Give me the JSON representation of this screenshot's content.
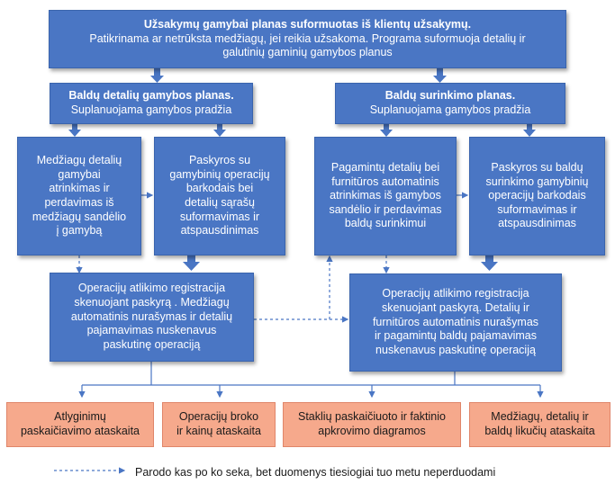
{
  "colors": {
    "box": "#4a76c4",
    "report": "#f6a98c",
    "line": "#4a76c4"
  },
  "top_box": {
    "title": "Užsakymų gamybai planas suformuotas iš klientų užsakymų.",
    "line2": "Patikrinama ar netrūksta medžiagų, jei reikia užsakoma. Programa suformuoja  detalių ir",
    "line3": "galutinių gaminių  gamybos planus"
  },
  "plan_left": {
    "title": "Baldų detalių gamybos planas.",
    "sub": "Suplanuojama gamybos pradžia"
  },
  "plan_right": {
    "title": "Baldų surinkimo planas.",
    "sub": "Suplanuojama gamybos pradžia"
  },
  "box_l1": {
    "lines": [
      "Medžiagų detalių",
      "gamybai",
      "atrinkimas ir",
      "perdavimas iš",
      "medžiagų sandėlio",
      "į gamybą"
    ]
  },
  "box_l2": {
    "lines": [
      "Paskyros su",
      "gamybinių operacijų",
      "barkodais  bei",
      "detalių sąrašų",
      "suformavimas ir",
      "atspausdinimas"
    ]
  },
  "box_r1": {
    "lines": [
      "Pagamintų detalių bei",
      "furnitūros automatinis",
      "atrinkimas iš gamybos",
      "sandėlio ir perdavimas",
      "baldų surinkimui"
    ]
  },
  "box_r2": {
    "lines": [
      "Paskyros su  baldų",
      "surinkimo gamybinių",
      "operacijų barkodais",
      "suformavimas ir",
      "atspausdinimas"
    ]
  },
  "reg_left": {
    "lines": [
      "Operacijų atlikimo registracija",
      "skenuojant paskyrą . Medžiagų",
      "automatinis  nurašymas ir detalių",
      "pajamavimas nuskenavus",
      "paskutinę operaciją"
    ]
  },
  "reg_right": {
    "lines": [
      "Operacijų atlikimo registracija",
      "skenuojant  paskyrą.  Detalių ir",
      "furnitūros  automatinis  nurašymas",
      "ir pagamintų baldų pajamavimas",
      "nuskenavus  paskutinę  operaciją"
    ]
  },
  "reports": [
    {
      "lines": [
        "Atlyginimų",
        "paskaičiavimo ataskaita"
      ]
    },
    {
      "lines": [
        "Operacijų broko",
        "ir kainų ataskaita"
      ]
    },
    {
      "lines": [
        "Staklių paskaičiuoto ir faktinio",
        "apkrovimo diagramos"
      ]
    },
    {
      "lines": [
        "Medžiagų, detalių ir",
        "baldų likučių  ataskaita"
      ]
    }
  ],
  "legend": {
    "text": "Parodo kas po ko seka, bet duomenys tiesiogiai tuo metu neperduodami"
  }
}
